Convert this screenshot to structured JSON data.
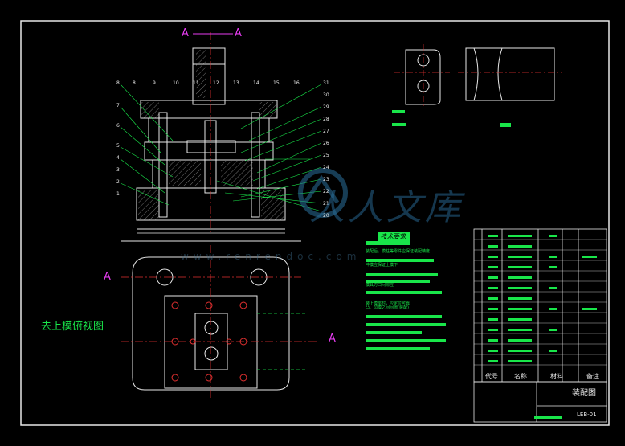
{
  "section_label": {
    "left": "A",
    "right": "A"
  },
  "side_section_left": "A",
  "side_section_right": "A",
  "view_caption": "去上模俯视图",
  "tech_req_title": "技术要求",
  "tech_req_lines": [
    "装配后，模柱等零件应保证装配精度",
    "冲模应保证上模下",
    "模具刃口间隙应",
    "装上模座时，应定位可靠",
    "凸、凹模之间间隙(装配)"
  ],
  "drawing_title": "装配图",
  "drawing_number": "LEB-01",
  "bom_headers": [
    "代号",
    "名称",
    "材料",
    "备注"
  ],
  "watermark": {
    "text": "人人文库",
    "sub": "www.renrendoc.com"
  },
  "part_numbers_left": [
    "8",
    "7",
    "6",
    "5",
    "4",
    "3",
    "2",
    "1"
  ],
  "part_numbers_right": [
    "31",
    "30",
    "29",
    "28",
    "27",
    "26",
    "25",
    "24",
    "23",
    "22",
    "21",
    "20"
  ],
  "part_numbers_top": [
    "8",
    "9",
    "10",
    "11",
    "12",
    "13",
    "14",
    "15",
    "16"
  ],
  "colors": {
    "background": "#000000",
    "outline": "#e8e8e8",
    "centerline": "#e23030",
    "accent": "#19e64a",
    "label": "#e63cf0",
    "hatch": "#d0d0d0"
  }
}
